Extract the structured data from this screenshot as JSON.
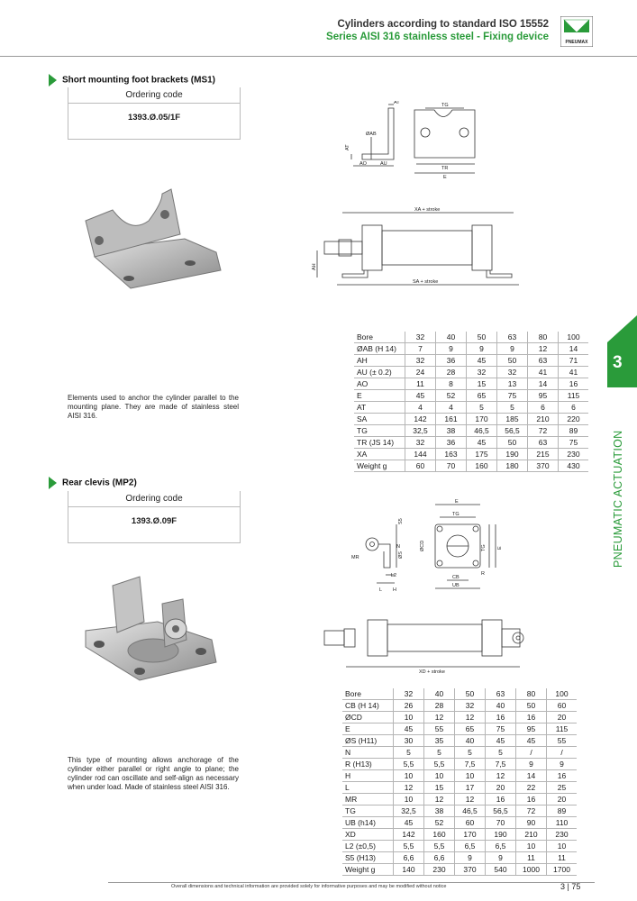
{
  "header": {
    "title": "Cylinders according to standard ISO 15552",
    "subtitle": "Series AISI 316 stainless steel - Fixing device",
    "logo_text": "PNEUMAX",
    "accent_color": "#2a9b3a"
  },
  "section1": {
    "title": "Short mounting foot brackets (MS1)",
    "ordering_label": "Ordering code",
    "ordering_code": "1393.Ø.05/1F",
    "description": "Elements used to anchor the cylinder parallel to the mounting plane. They are made of stainless steel AISI 316.",
    "drawing_labels": {
      "at": "AT",
      "tg": "TG",
      "oab": "ØAB",
      "ao": "AO",
      "au": "AU",
      "tr": "TR",
      "e": "E",
      "xa": "XA + stroke",
      "ah": "AH",
      "sa": "SA + stroke"
    },
    "table": [
      [
        "Bore",
        "32",
        "40",
        "50",
        "63",
        "80",
        "100"
      ],
      [
        "ØAB (H 14)",
        "7",
        "9",
        "9",
        "9",
        "12",
        "14"
      ],
      [
        "AH",
        "32",
        "36",
        "45",
        "50",
        "63",
        "71"
      ],
      [
        "AU (± 0.2)",
        "24",
        "28",
        "32",
        "32",
        "41",
        "41"
      ],
      [
        "AO",
        "11",
        "8",
        "15",
        "13",
        "14",
        "16"
      ],
      [
        "E",
        "45",
        "52",
        "65",
        "75",
        "95",
        "115"
      ],
      [
        "AT",
        "4",
        "4",
        "5",
        "5",
        "6",
        "6"
      ],
      [
        "SA",
        "142",
        "161",
        "170",
        "185",
        "210",
        "220"
      ],
      [
        "TG",
        "32,5",
        "38",
        "46,5",
        "56,5",
        "72",
        "89"
      ],
      [
        "TR (JS 14)",
        "32",
        "36",
        "45",
        "50",
        "63",
        "75"
      ],
      [
        "XA",
        "144",
        "163",
        "175",
        "190",
        "215",
        "230"
      ],
      [
        "Weight g",
        "60",
        "70",
        "160",
        "180",
        "370",
        "430"
      ]
    ]
  },
  "section2": {
    "title": "Rear clevis (MP2)",
    "ordering_label": "Ordering code",
    "ordering_code": "1393.Ø.09F",
    "description": "This type of mounting allows anchorage of the cylinder either parallel or right angle to plane; the cylinder rod can oscillate and self-align as necessary when under load. Made of stainless steel AISI 316.",
    "drawing_labels": {
      "e": "E",
      "tg": "TG",
      "ocd": "ØCD",
      "s5": "S5",
      "os": "ØS",
      "n": "N",
      "mr": "MR",
      "l2": "L2",
      "l": "L",
      "h": "H",
      "cb": "CB",
      "ub": "UB",
      "r": "R",
      "xd": "XD + stroke"
    },
    "table": [
      [
        "Bore",
        "32",
        "40",
        "50",
        "63",
        "80",
        "100"
      ],
      [
        "CB (H 14)",
        "26",
        "28",
        "32",
        "40",
        "50",
        "60"
      ],
      [
        "ØCD",
        "10",
        "12",
        "12",
        "16",
        "16",
        "20"
      ],
      [
        "E",
        "45",
        "55",
        "65",
        "75",
        "95",
        "115"
      ],
      [
        "ØS (H11)",
        "30",
        "35",
        "40",
        "45",
        "45",
        "55"
      ],
      [
        "N",
        "5",
        "5",
        "5",
        "5",
        "/",
        "/"
      ],
      [
        "R (H13)",
        "5,5",
        "5,5",
        "7,5",
        "7,5",
        "9",
        "9"
      ],
      [
        "H",
        "10",
        "10",
        "10",
        "12",
        "14",
        "16"
      ],
      [
        "L",
        "12",
        "15",
        "17",
        "20",
        "22",
        "25"
      ],
      [
        "MR",
        "10",
        "12",
        "12",
        "16",
        "16",
        "20"
      ],
      [
        "TG",
        "32,5",
        "38",
        "46,5",
        "56,5",
        "72",
        "89"
      ],
      [
        "UB (h14)",
        "45",
        "52",
        "60",
        "70",
        "90",
        "110"
      ],
      [
        "XD",
        "142",
        "160",
        "170",
        "190",
        "210",
        "230"
      ],
      [
        "L2 (±0,5)",
        "5,5",
        "5,5",
        "6,5",
        "6,5",
        "10",
        "10"
      ],
      [
        "S5 (H13)",
        "6,6",
        "6,6",
        "9",
        "9",
        "11",
        "11"
      ],
      [
        "Weight g",
        "140",
        "230",
        "370",
        "540",
        "1000",
        "1700"
      ]
    ]
  },
  "side_tab": {
    "number": "3",
    "text": "PNEUMATIC ACTUATION"
  },
  "footer": {
    "note": "Overall dimensions and technical information are provided solely for informative purposes and may be modified without notice",
    "page": "3 | 75"
  }
}
